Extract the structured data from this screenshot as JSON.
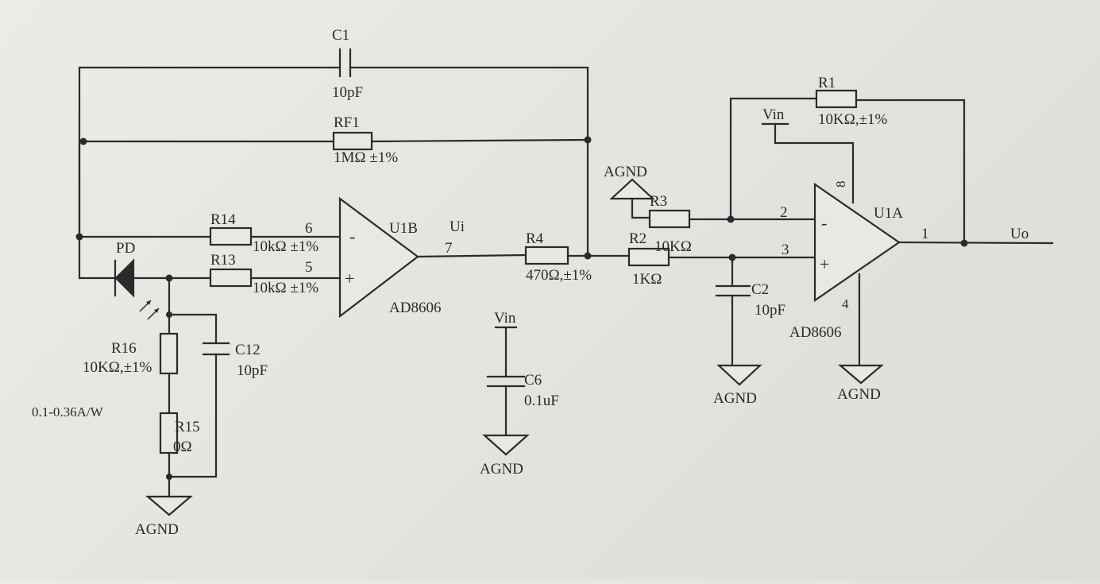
{
  "components": {
    "c1": {
      "ref": "C1",
      "value": "10pF"
    },
    "rf1": {
      "ref": "RF1",
      "value": "1MΩ ±1%"
    },
    "r14": {
      "ref": "R14",
      "value": "10kΩ ±1%"
    },
    "r13": {
      "ref": "R13",
      "value": "10kΩ ±1%"
    },
    "pd": {
      "ref": "PD",
      "note": "0.1-0.36A/W"
    },
    "r16": {
      "ref": "R16",
      "value": "10KΩ,±1%"
    },
    "c12": {
      "ref": "C12",
      "value": "10pF"
    },
    "r15": {
      "ref": "R15",
      "value": "0Ω"
    },
    "u1b": {
      "ref": "U1B",
      "part": "AD8606",
      "pin_minus": "6",
      "pin_plus": "5",
      "pin_out": "7",
      "minus_sign": "-",
      "plus_sign": "+"
    },
    "ui": {
      "label": "Ui"
    },
    "r4": {
      "ref": "R4",
      "value": "470Ω,±1%"
    },
    "r2": {
      "ref": "R2",
      "value": "1KΩ"
    },
    "r3": {
      "ref": "R3",
      "value": "10KΩ"
    },
    "c6": {
      "ref": "C6",
      "value": "0.1uF",
      "supply": "Vin"
    },
    "c2": {
      "ref": "C2",
      "value": "10pF"
    },
    "r1": {
      "ref": "R1",
      "value": "10KΩ,±1%"
    },
    "u1a": {
      "ref": "U1A",
      "part": "AD8606",
      "pin_minus": "2",
      "pin_plus": "3",
      "pin_out": "1",
      "pin_vcc": "8",
      "pin_gnd": "4",
      "supply": "Vin",
      "minus_sign": "-",
      "plus_sign": "+"
    },
    "uo": {
      "label": "Uo"
    }
  },
  "grounds": {
    "label": "AGND"
  }
}
